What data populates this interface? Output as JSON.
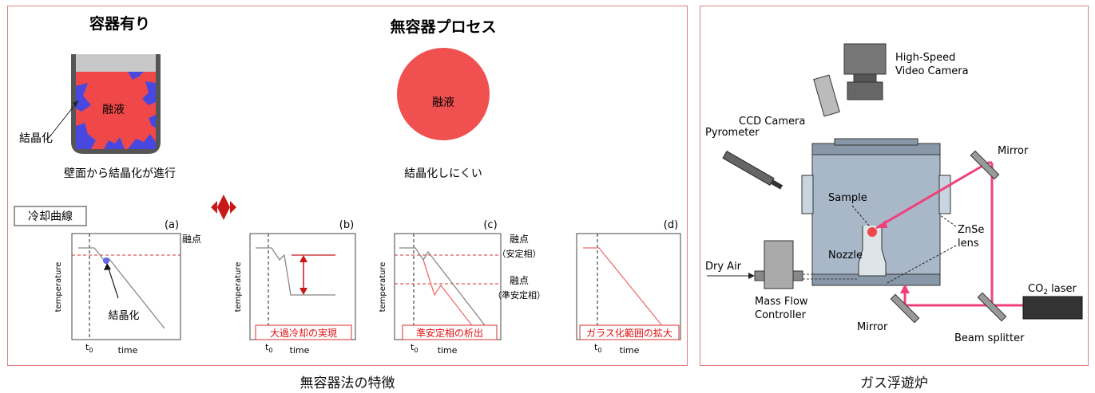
{
  "left": {
    "title_container": "容器有り",
    "title_containerless": "無容器プロセス",
    "melt": "融液",
    "crystallization": "結晶化",
    "desc_container": "壁面から結晶化が進行",
    "desc_containerless": "結晶化しにくい",
    "cooling_curve": "冷却曲線",
    "graphs": [
      {
        "label": "(a)"
      },
      {
        "label": "(b)",
        "banner": "大過冷却の実現"
      },
      {
        "label": "(c)",
        "banner": "準安定相の析出"
      },
      {
        "label": "(d)",
        "banner": "ガラス化範囲の拡大"
      }
    ],
    "axis_y": "temperature",
    "axis_x": "time",
    "t0": "t",
    "t0_sub": "0",
    "melting_point": "融点",
    "mp_stable_1": "融点",
    "mp_stable_2": "（安定相）",
    "mp_meta_1": "融点",
    "mp_meta_2": "（準安定相）",
    "caption": "無容器法の特徴"
  },
  "right": {
    "high_speed_1": "High-Speed",
    "high_speed_2": "Video Camera",
    "ccd": "CCD Camera",
    "pyrometer": "Pyrometer",
    "mirror_top": "Mirror",
    "sample": "Sample",
    "znse_1": "ZnSe",
    "znse_2": "lens",
    "nozzle": "Nozzle",
    "dry_air": "Dry Air",
    "mfc_1": "Mass Flow",
    "mfc_2": "Controller",
    "mirror_bottom": "Mirror",
    "co2_1": "CO",
    "co2_sub": "2",
    "co2_2": " laser",
    "beam_splitter": "Beam splitter",
    "caption": "ガス浮遊炉"
  },
  "colors": {
    "melt": "#f04848",
    "crystal": "#4848e0",
    "laser": "#f0407a",
    "dashed": "#d83030",
    "banner_text": "#e01010"
  }
}
